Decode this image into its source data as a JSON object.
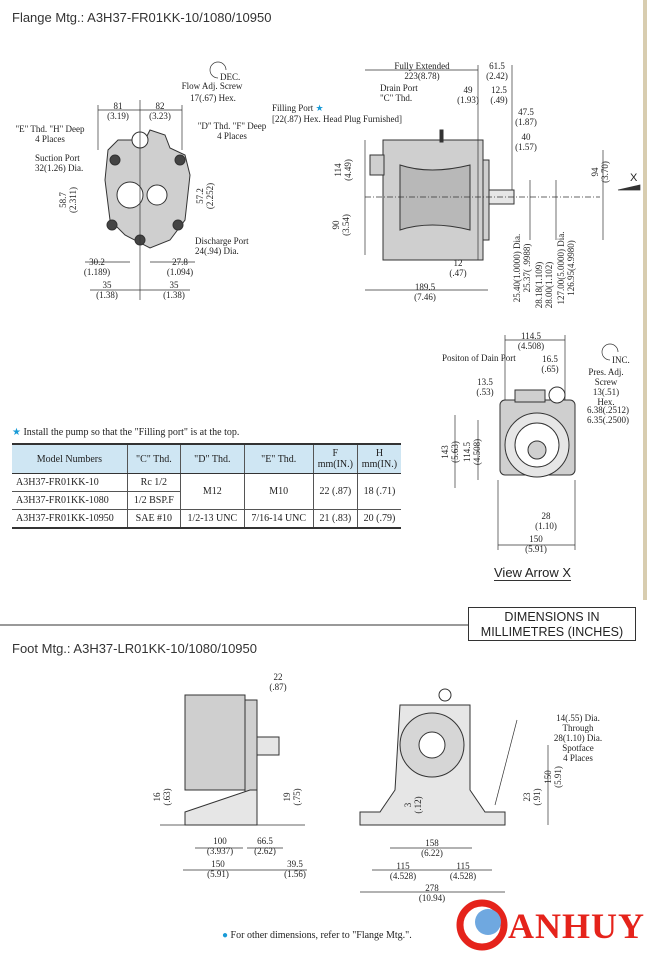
{
  "flange": {
    "title": "Flange Mtg.: A3H37-FR01KK-10/1080/10950",
    "front_view": {
      "dec": "DEC.",
      "flow_adj": "Flow Adj. Screw",
      "flow_adj_hex": "17(.67) Hex.",
      "dim_81": "81\n(3.19)",
      "dim_82": "82\n(3.23)",
      "e_thd": "\"E\" Thd. \"H\" Deep\n4 Places",
      "d_thd": "\"D\" Thd. \"F\" Deep\n4 Places",
      "suction": "Suction Port\n32(1.26) Dia.",
      "dim_58_7": "58.7\n(2.311)",
      "dim_57_2": "57.2\n(2.252)",
      "discharge": "Discharge Port\n24(.94) Dia.",
      "dim_30_2": "30.2\n(1.189)",
      "dim_27_8": "27.8\n(1.094)",
      "dim_35_l": "35\n(1.38)",
      "dim_35_r": "35\n(1.38)"
    },
    "side_view": {
      "fully_extended": "Fully Extended\n223(8.78)",
      "dim_61_5": "61.5\n(2.42)",
      "drain_port": "Drain Port\n\"C\" Thd.",
      "dim_49": "49\n(1.93)",
      "dim_12_5": "12.5\n(.49)",
      "filling_port": "Filling Port",
      "filling_star": "★",
      "filling_plug": "[22(.87) Hex. Head Plug Furnished]",
      "dim_47_5": "47.5\n(1.87)",
      "dim_40": "40\n(1.57)",
      "dim_114": "114\n(4.49)",
      "dim_90": "90\n(3.54)",
      "dim_94": "94\n(3.70)",
      "arrow_x": "X",
      "dim_12": "12\n(.47)",
      "dim_189_5": "189.5\n(7.46)",
      "dia_shaft": "25.40(1.0000)  Dia.\n25.37( .9988)",
      "dia_key": "28.18(1.109)\n28.00(1.102)",
      "dia_pilot": "127.00(5.0000)  Dia.\n126.95(4.9980)"
    },
    "view_x": {
      "dim_114_5": "114.5\n(4.508)",
      "drain_position": "Positon of Dain Port",
      "dim_16_5": "16.5\n(.65)",
      "inc": "INC.",
      "pres_adj": "Pres. Adj. Screw\n13(.51) Hex.",
      "dim_13_5": "13.5\n(.53)",
      "key_width": "6.38(.2512)\n6.35(.2500)",
      "dim_143": "143\n(5.63)",
      "dim_114_5_v": "114.5\n(4.508)",
      "dim_28": "28\n(1.10)",
      "dim_150": "150\n(5.91)",
      "label": "View Arrow X"
    },
    "note": "Install the pump so that the \"Filling port\" is at the top.",
    "note_star": "★",
    "table": {
      "headers": [
        "Model Numbers",
        "\"C\" Thd.",
        "\"D\" Thd.",
        "\"E\" Thd.",
        "F\nmm(IN.)",
        "H\nmm(IN.)"
      ],
      "rows": [
        [
          "A3H37-FR01KK-10",
          "Rc 1/2",
          "M12",
          "M10",
          "22 (.87)",
          "18 (.71)"
        ],
        [
          "A3H37-FR01KK-1080",
          "1/2 BSP.F"
        ],
        [
          "A3H37-FR01KK-10950",
          "SAE #10",
          "1/2-13 UNC",
          "7/16-14 UNC",
          "21 (.83)",
          "20 (.79)"
        ]
      ]
    }
  },
  "units_box": "DIMENSIONS IN\nMILLIMETRES (INCHES)",
  "foot": {
    "title": "Foot Mtg.: A3H37-LR01KK-10/1080/10950",
    "side": {
      "dim_22": "22\n(.87)",
      "dim_16": "16\n(.63)",
      "dim_19": "19\n(.75)",
      "dim_100": "100\n(3.937)",
      "dim_66_5": "66.5\n(2.62)",
      "dim_150": "150\n(5.91)",
      "dim_39_5": "39.5\n(1.56)"
    },
    "front": {
      "holes": "14(.55) Dia. Through\n28(1.10) Dia. Spotface\n4 Places",
      "dim_3": "3\n(.12)",
      "dim_23": "23\n(.91)",
      "dim_150": "150\n(5.91)",
      "dim_158": "158\n(6.22)",
      "dim_115_l": "115\n(4.528)",
      "dim_115_r": "115\n(4.528)",
      "dim_278": "278\n(10.94)"
    },
    "note_bullet": "●",
    "note": "For other dimensions, refer to \"Flange Mtg.\"."
  },
  "logo": {
    "text": "ANHUY",
    "color": "#e5231b"
  },
  "colors": {
    "table_header": "#cfe6f3",
    "accent": "#1a9bd7"
  }
}
